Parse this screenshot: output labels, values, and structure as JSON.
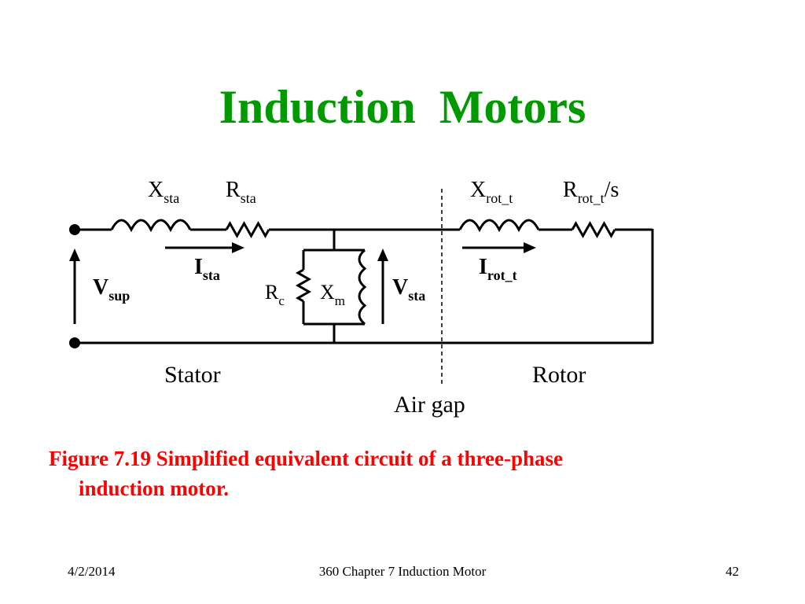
{
  "slide": {
    "title": "Induction  Motors",
    "title_color": "#009900",
    "caption_line1": "Figure 7.19 Simplified equivalent circuit of a three-phase",
    "caption_line2": "induction motor.",
    "caption_color": "#ff0000"
  },
  "diagram": {
    "labels": {
      "x_sta": {
        "main": "X",
        "sub": "sta"
      },
      "r_sta": {
        "main": "R",
        "sub": "sta"
      },
      "x_rot": {
        "main": "X",
        "sub": "rot_t"
      },
      "r_rot": {
        "main": "R",
        "sub": "rot_t",
        "suffix": "/s"
      },
      "i_sta": {
        "main": "I",
        "sub": "sta"
      },
      "i_rot": {
        "main": "I",
        "sub": "rot_t"
      },
      "v_sup": {
        "main": "V",
        "sub": "sup"
      },
      "v_sta": {
        "main": "V",
        "sub": "sta"
      },
      "r_c": {
        "main": "R",
        "sub": "c"
      },
      "x_m": {
        "main": "X",
        "sub": "m"
      },
      "stator": "Stator",
      "rotor": "Rotor",
      "air_gap": "Air gap"
    }
  },
  "footer": {
    "date": "4/2/2014",
    "center": "360 Chapter 7 Induction Motor",
    "page": "42"
  }
}
